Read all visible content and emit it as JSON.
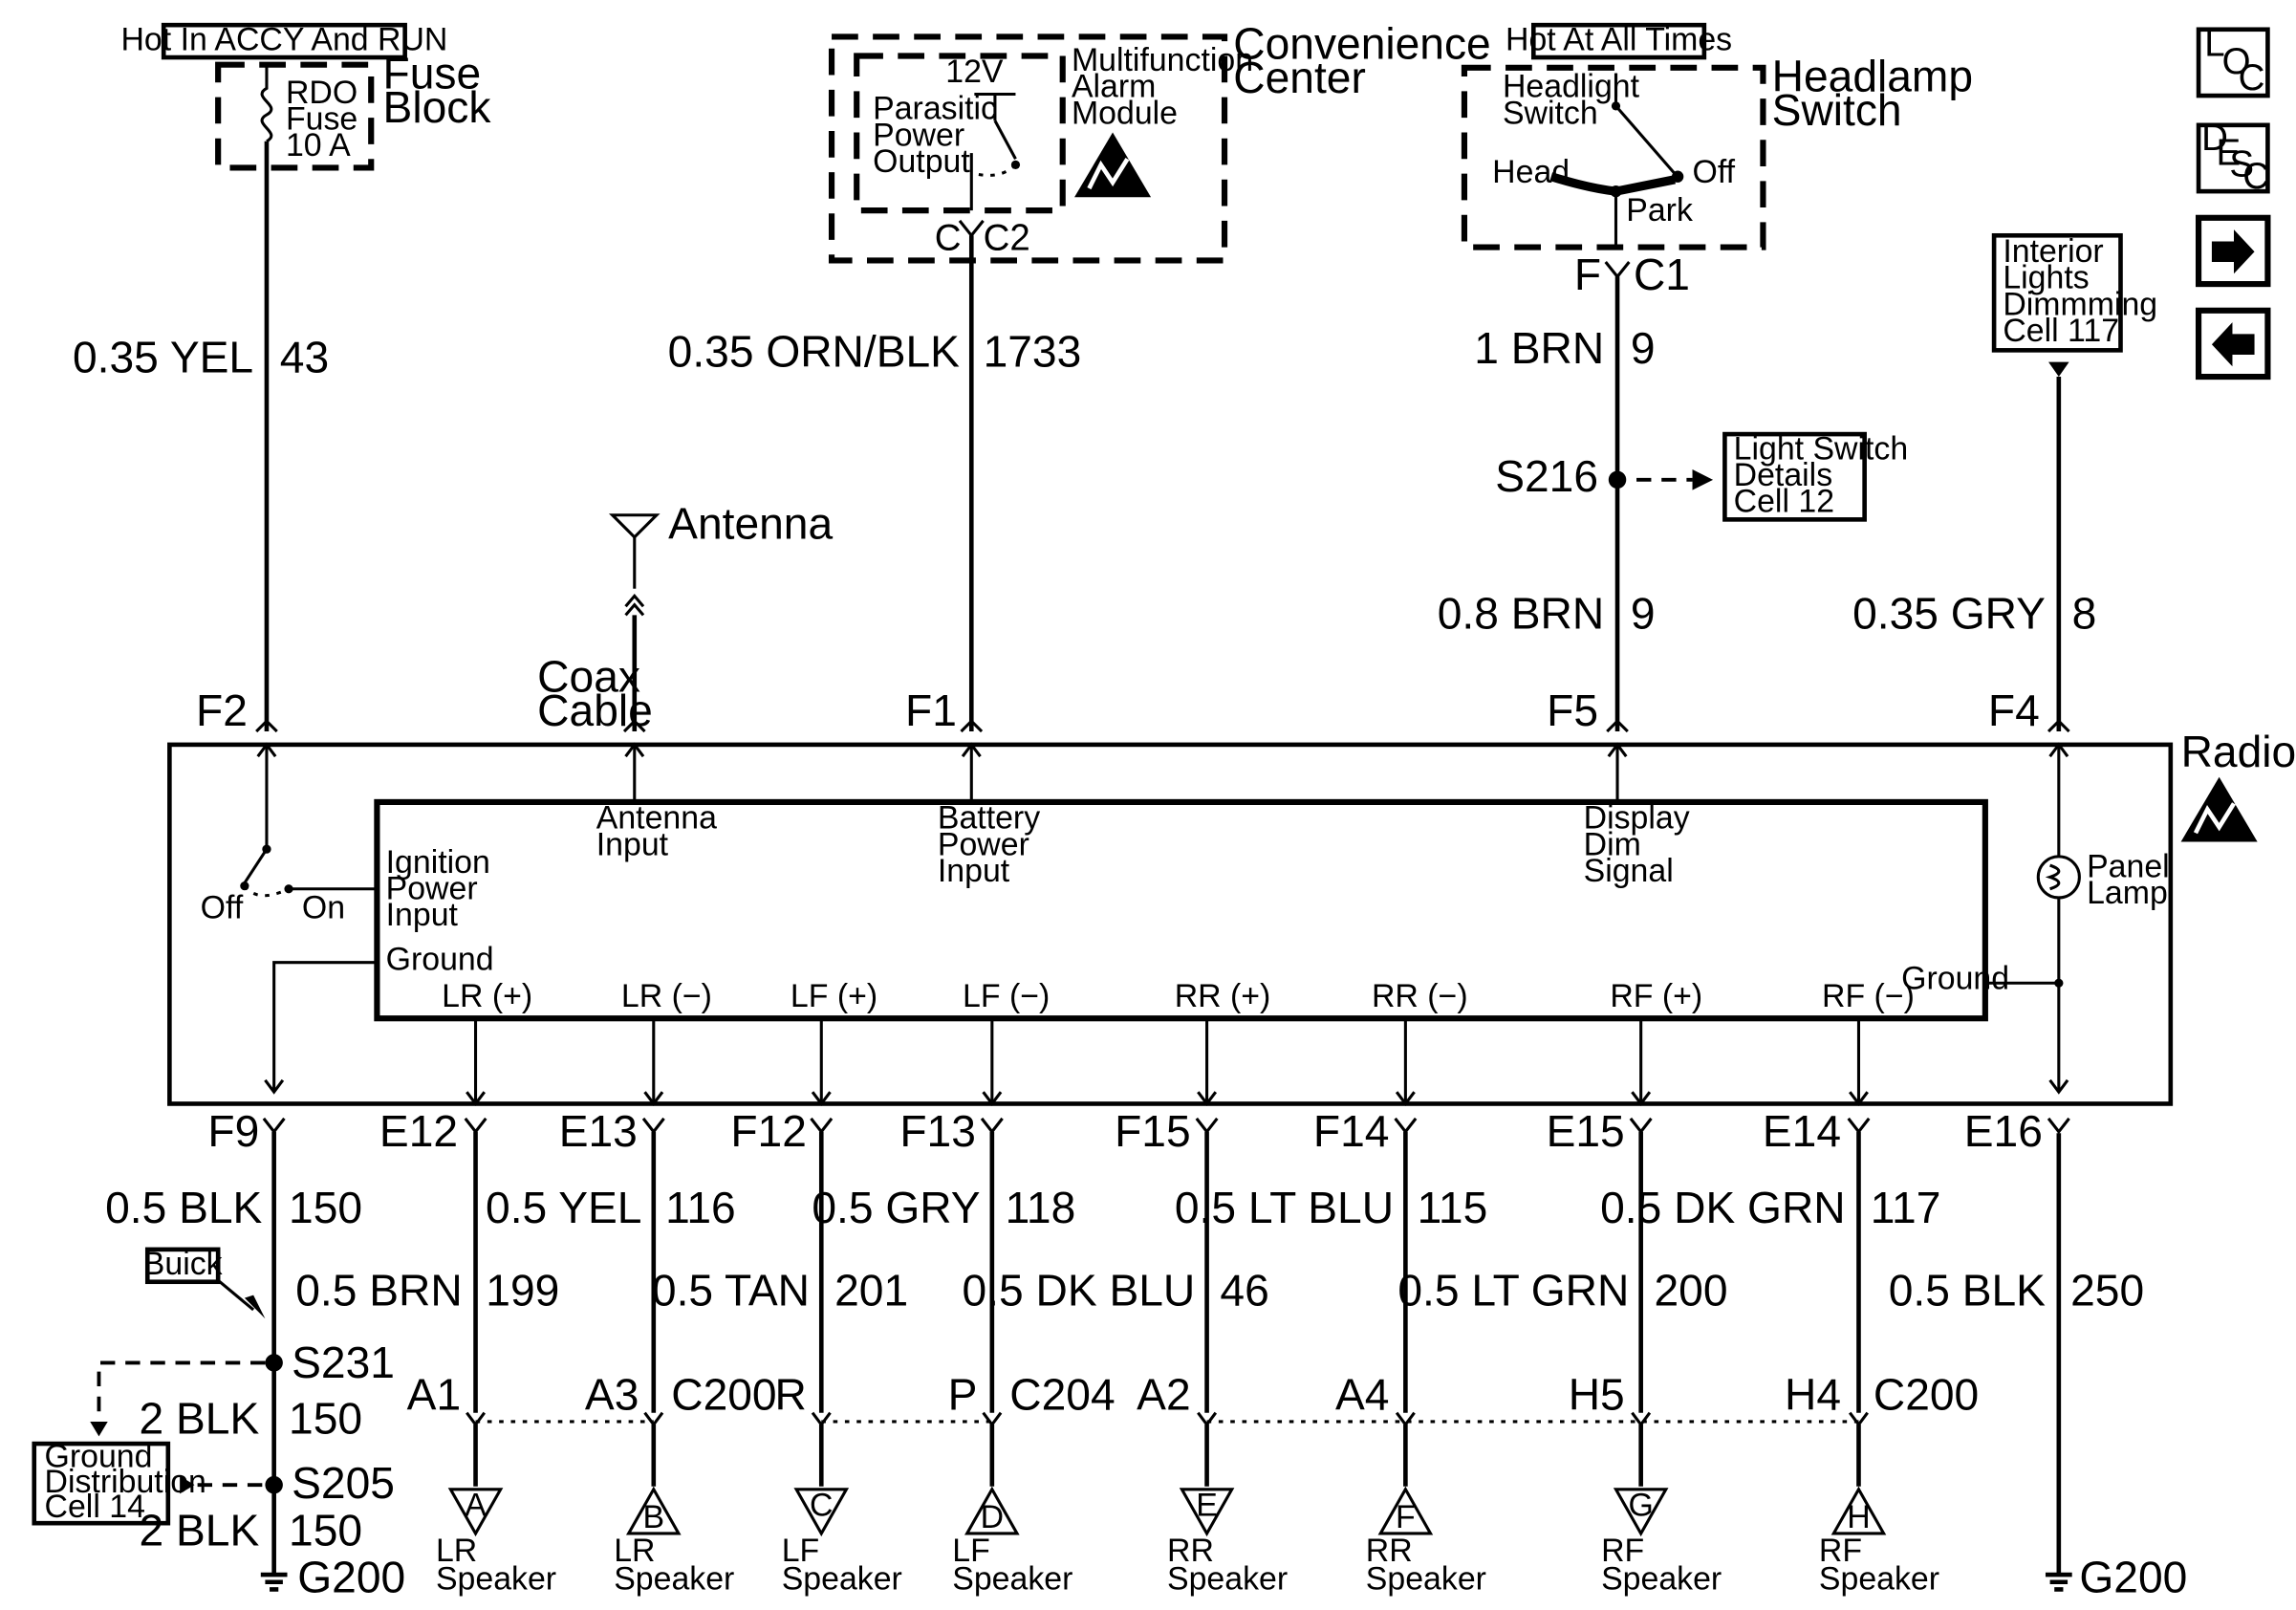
{
  "header_boxes": {
    "hot_accy_run": "Hot In ACCY And RUN",
    "hot_all_times": "Hot At All Times",
    "interior_lights": [
      "Interior",
      "Lights",
      "Dimmming",
      "Cell 117"
    ],
    "light_switch": [
      "Light Switch",
      "Details",
      "Cell 12"
    ],
    "buick": "Buick",
    "ground_dist": [
      "Ground",
      "Distribution",
      "Cell 14"
    ]
  },
  "fuse_block": {
    "title": [
      "Fuse",
      "Block"
    ],
    "fuse": [
      "RDO",
      "Fuse",
      "10 A"
    ]
  },
  "convenience_center": {
    "title": [
      "Convenience",
      "Center"
    ],
    "voltage": "12V",
    "ppo": [
      "Parasitic",
      "Power",
      "Output"
    ],
    "module": [
      "Multifunction",
      "Alarm",
      "Module"
    ],
    "conn_c": "C",
    "conn_c2": "C2"
  },
  "headlamp_switch": {
    "title": [
      "Headlamp",
      "Switch"
    ],
    "switch_label": [
      "Headlight",
      "Switch"
    ],
    "head": "Head",
    "off": "Off",
    "park": "Park",
    "conn_f": "F",
    "conn_c1": "C1"
  },
  "wires_top": {
    "w43_size": "0.35 YEL",
    "w43_num": "43",
    "w1733_size": "0.35 ORN/BLK",
    "w1733_num": "1733",
    "w9a_size": "1 BRN",
    "w9a_num": "9",
    "s216": "S216",
    "w9b_size": "0.8 BRN",
    "w9b_num": "9",
    "w8_size": "0.35 GRY",
    "w8_num": "8"
  },
  "antenna": {
    "label": "Antenna",
    "coax": [
      "Coax",
      "Cable"
    ]
  },
  "radio": {
    "title": "Radio",
    "f2": "F2",
    "f1": "F1",
    "f5": "F5",
    "f4": "F4",
    "ignition": [
      "Ignition",
      "Power",
      "Input"
    ],
    "ground_left": "Ground",
    "off": "Off",
    "on": "On",
    "antenna_input": [
      "Antenna",
      "Input"
    ],
    "battery_input": [
      "Battery",
      "Power",
      "Input"
    ],
    "display_dim": [
      "Display",
      "Dim",
      "Signal"
    ],
    "panel_lamp": [
      "Panel",
      "Lamp"
    ],
    "ground_right": "Ground",
    "speaker_terms": [
      "LR (+)",
      "LR (−)",
      "LF (+)",
      "LF (−)",
      "RR (+)",
      "RR (−)",
      "RF (+)",
      "RF (−)"
    ]
  },
  "bottom": {
    "pins": [
      "F9",
      "E12",
      "E13",
      "F12",
      "F13",
      "F15",
      "F14",
      "E15",
      "E14",
      "E16"
    ],
    "w150_size": "0.5 BLK",
    "w150_num": "150",
    "w116_size": "0.5 YEL",
    "w116_num": "116",
    "w118_size": "0.5 GRY",
    "w118_num": "118",
    "w115_size": "0.5 LT BLU",
    "w115_num": "115",
    "w117_size": "0.5 DK GRN",
    "w117_num": "117",
    "w199_size": "0.5 BRN",
    "w199_num": "199",
    "w201_size": "0.5 TAN",
    "w201_num": "201",
    "w46_size": "0.5 DK BLU",
    "w46_num": "46",
    "w200_size": "0.5 LT GRN",
    "w200_num": "200",
    "w250_size": "0.5 BLK",
    "w250_num": "250",
    "s231": "S231",
    "s205": "S205",
    "w2blk_a_size": "2 BLK",
    "w2blk_a_num": "150",
    "w2blk_b_size": "2 BLK",
    "w2blk_b_num": "150",
    "g200_left": "G200",
    "g200_right": "G200",
    "conn_pins": [
      "A1",
      "A3",
      "R",
      "P",
      "A2",
      "A4",
      "H5",
      "H4"
    ],
    "conn_c200a": "C200",
    "conn_c204": "C204",
    "conn_c200b": "C200",
    "speakers": [
      {
        "letter": "A",
        "line1": "LR",
        "line2": "Speaker"
      },
      {
        "letter": "B",
        "line1": "LR",
        "line2": "Speaker"
      },
      {
        "letter": "C",
        "line1": "LF",
        "line2": "Speaker"
      },
      {
        "letter": "D",
        "line1": "LF",
        "line2": "Speaker"
      },
      {
        "letter": "E",
        "line1": "RR",
        "line2": "Speaker"
      },
      {
        "letter": "F",
        "line1": "RR",
        "line2": "Speaker"
      },
      {
        "letter": "G",
        "line1": "RF",
        "line2": "Speaker"
      },
      {
        "letter": "H",
        "line1": "RF",
        "line2": "Speaker"
      }
    ]
  },
  "nav": {
    "loc": [
      "L",
      "O",
      "C"
    ],
    "desc": [
      "D",
      "E",
      "S",
      "C"
    ],
    "next": "next-arrow",
    "prev": "prev-arrow"
  }
}
